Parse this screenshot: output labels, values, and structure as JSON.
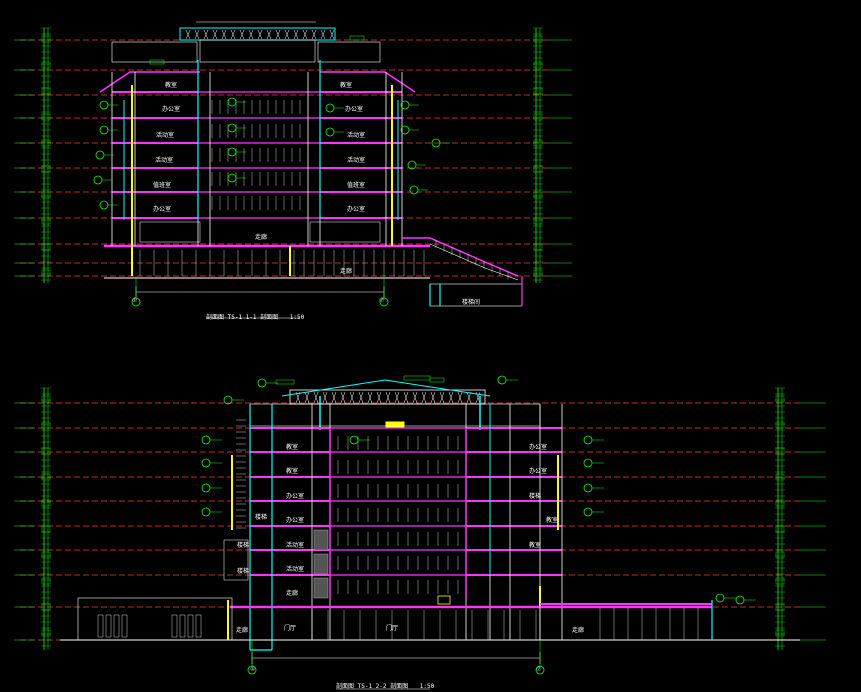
{
  "drawings": [
    {
      "title": "剖面图  TS-1  1-1 剖面图",
      "scale": "1:50",
      "axis_left": "①",
      "axis_right": "⑦",
      "room_labels": [
        "教室",
        "办公室",
        "走廊",
        "活动室",
        "值班室",
        "楼梯间"
      ]
    },
    {
      "title": "剖面图  TS-1  2-2 剖面图",
      "scale": "1:50",
      "axis_left": "④",
      "axis_right": "⑦",
      "room_labels": [
        "教室",
        "办公室",
        "走廊",
        "活动室",
        "楼梯",
        "门厅"
      ]
    }
  ],
  "colors": {
    "background": "#000000",
    "level_line": "#ff3b3b",
    "slab": "#ff33ff",
    "wall": "#ffffff",
    "glazing": "#00ffff",
    "column": "#ffff00",
    "annotation": "#00ff00"
  }
}
